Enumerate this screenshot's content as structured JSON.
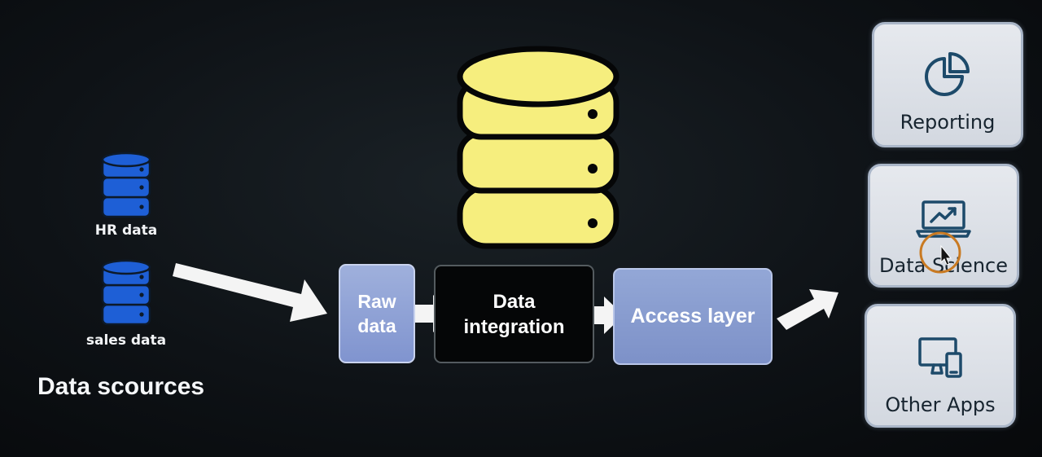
{
  "sources": {
    "items": [
      {
        "label": "HR data",
        "icon": "database-icon"
      },
      {
        "label": "sales data",
        "icon": "database-icon"
      }
    ],
    "title": "Data scources"
  },
  "pipeline": {
    "central_store_icon": "database-icon",
    "raw_data": "Raw\ndata",
    "data_integration": "Data\nintegration",
    "access_layer": "Access layer"
  },
  "consumers": [
    {
      "label": "Reporting",
      "icon": "pie-chart-icon"
    },
    {
      "label": "Data Science",
      "icon": "laptop-chart-icon"
    },
    {
      "label": "Other Apps",
      "icon": "devices-icon"
    }
  ],
  "colors": {
    "source_db": "#1e5fd6",
    "central_db": "#f6ee7e",
    "raw_box": "#8ea0d4",
    "integration_box": "#050607",
    "access_box": "#889bd0",
    "consumer_card": "#dde1e8",
    "icon_stroke": "#1d4a6a"
  }
}
